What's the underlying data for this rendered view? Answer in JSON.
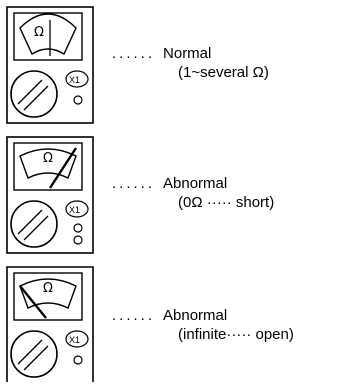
{
  "unit_symbol": "Ω",
  "range_label": "X1",
  "readings": [
    {
      "leader": "......",
      "state": "Normal",
      "detail": "(1~several Ω)",
      "needle": "mid"
    },
    {
      "leader": "......",
      "state": "Abnormal",
      "detail": "(0Ω ····· short)",
      "needle": "right"
    },
    {
      "leader": "......",
      "state": "Abnormal",
      "detail": "(infinite····· open)",
      "needle": "left"
    }
  ]
}
